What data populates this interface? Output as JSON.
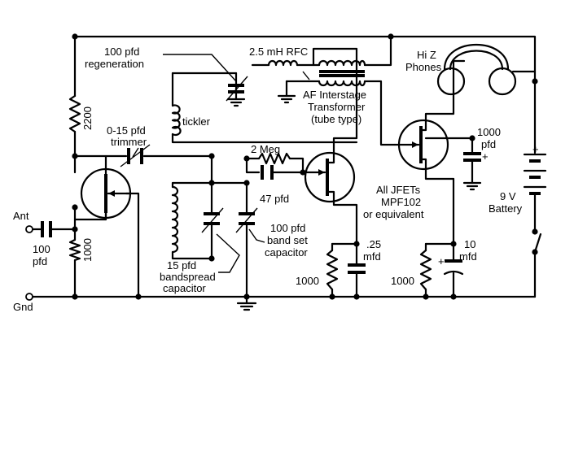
{
  "labels": {
    "regen_value": "100 pfd",
    "regen_name": "regeneration",
    "rfc": "2.5 mH RFC",
    "phones_1": "Hi Z",
    "phones_2": "Phones",
    "af_1": "AF Interstage",
    "af_2": "Transformer",
    "af_3": "(tube type)",
    "r2200": "2200",
    "tickler": "tickler",
    "trim_1": "0-15 pfd",
    "trim_2": "trimmer",
    "meg": "2 Meg",
    "c1000_1": "1000",
    "c1000_2": "pfd",
    "c47": "47 pfd",
    "jfet_1": "All JFETs",
    "jfet_2": "MPF102",
    "jfet_3": "or equivalent",
    "batt_1": "9 V",
    "batt_2": "Battery",
    "ant": "Ant",
    "c100_1": "100",
    "c100_2": "pfd",
    "r1000a": "1000",
    "bandset_1": "100 pfd",
    "bandset_2": "band set",
    "bandset_3": "capacitor",
    "c25_1": ".25",
    "c25_2": "mfd",
    "c10_1": "10",
    "c10_2": "mfd",
    "bs_1": "15 pfd",
    "bs_2": "bandspread",
    "bs_3": "capacitor",
    "r1000b": "1000",
    "r1000c": "1000",
    "gnd": "Gnd",
    "plus_1": "+",
    "plus_2": "+",
    "plus_3": "+"
  }
}
